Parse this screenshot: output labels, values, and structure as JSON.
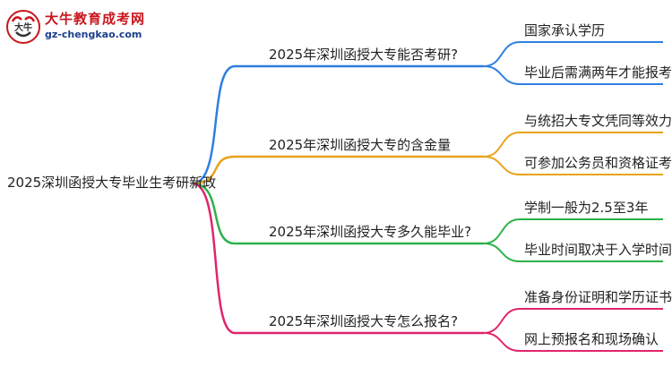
{
  "logo": {
    "title": "大牛教育成考网",
    "url": "gz-chengkao.com",
    "badge_text": "大牛"
  },
  "root": "2025深圳函授大专毕业生考研新政",
  "branches": [
    {
      "label": "2025年深圳函授大专能否考研?",
      "color": "#2e7fe0",
      "leaves": [
        "国家承认学历",
        "毕业后需满两年才能报考"
      ]
    },
    {
      "label": "2025年深圳函授大专的含金量",
      "color": "#e8a31a",
      "leaves": [
        "与统招大专文凭同等效力",
        "可参加公务员和资格证考试"
      ]
    },
    {
      "label": "2025年深圳函授大专多久能毕业?",
      "color": "#2bb34a",
      "leaves": [
        "学制一般为2.5至3年",
        "毕业时间取决于入学时间"
      ]
    },
    {
      "label": "2025年深圳函授大专怎么报名?",
      "color": "#e0256e",
      "leaves": [
        "准备身份证明和学历证书",
        "网上预报名和现场确认"
      ]
    }
  ]
}
